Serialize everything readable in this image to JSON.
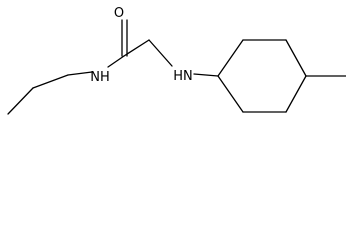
{
  "molecule": {
    "atoms": {
      "oxygen": "O",
      "amide_nitrogen": "NH",
      "amine_nitrogen": "HN"
    }
  }
}
